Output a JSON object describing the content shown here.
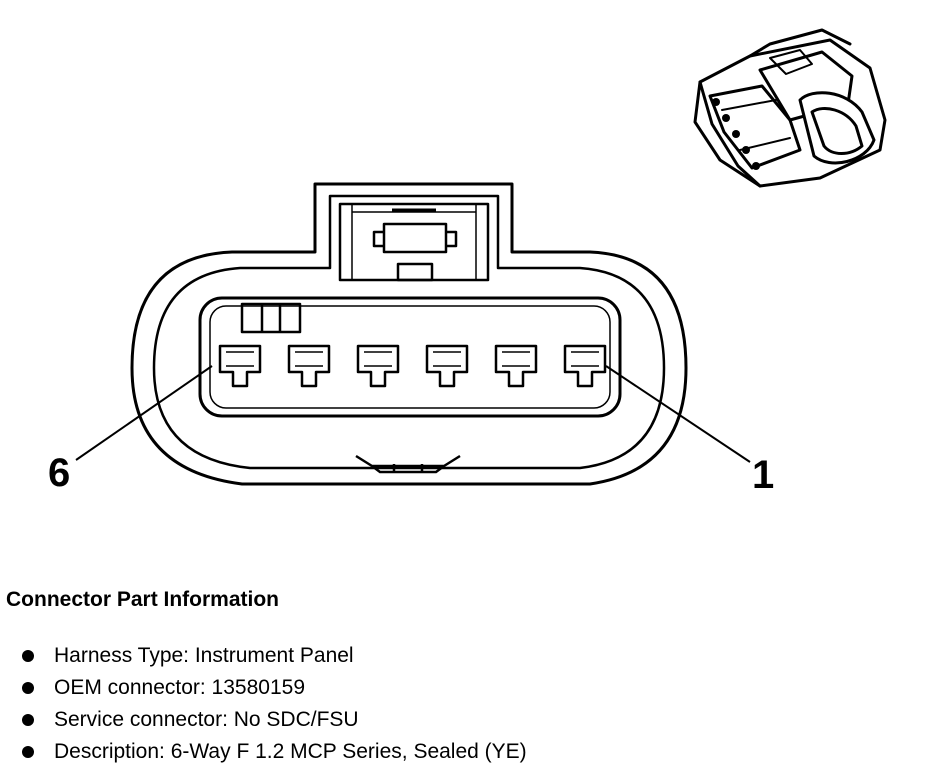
{
  "connector": {
    "pin_callouts": [
      {
        "label": "6"
      },
      {
        "label": "1"
      }
    ],
    "pin_count": 6
  },
  "info": {
    "title": "Connector Part Information",
    "items": [
      {
        "text": "Harness Type: Instrument Panel"
      },
      {
        "text": "OEM connector: 13580159"
      },
      {
        "text": "Service connector: No SDC/FSU"
      },
      {
        "text": "Description: 6-Way F 1.2 MCP Series, Sealed (YE)"
      }
    ]
  }
}
